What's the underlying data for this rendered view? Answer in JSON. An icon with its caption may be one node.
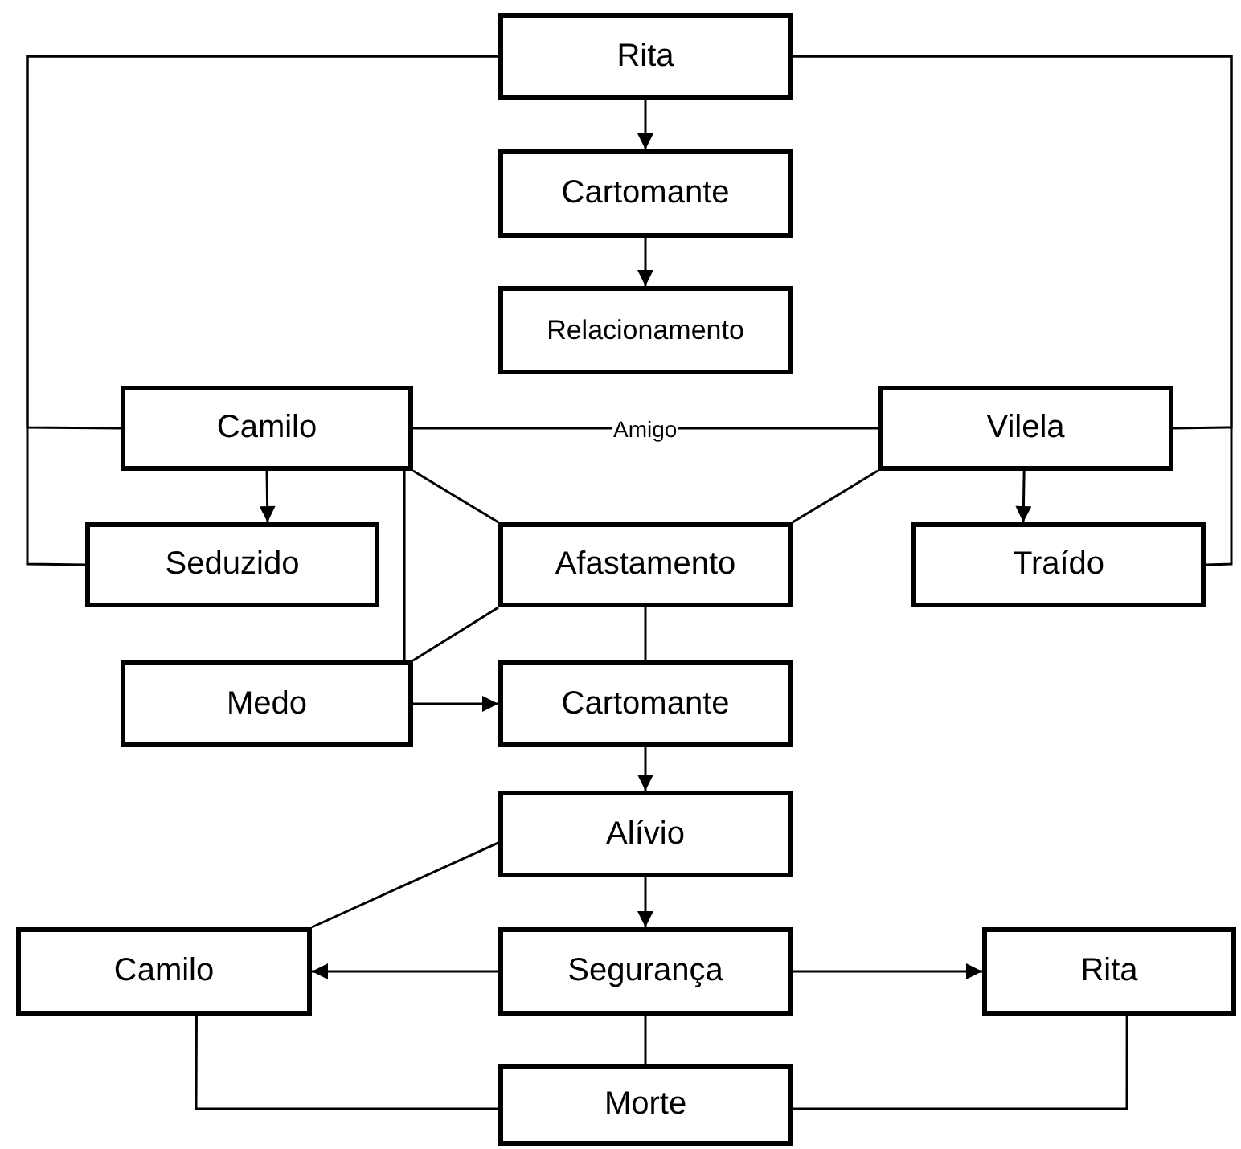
{
  "diagram": {
    "nodes": [
      {
        "text": [
          "Rita"
        ]
      },
      {
        "text": [
          "Cartomante"
        ]
      },
      {
        "text": [
          "Relacionamento"
        ]
      },
      {
        "text": [
          "Camilo"
        ]
      },
      {
        "text": [
          "Vilela"
        ]
      },
      {
        "text": [
          "Seduzido"
        ]
      },
      {
        "text": [
          "Afastamento"
        ]
      },
      {
        "text": [
          "Traído"
        ]
      },
      {
        "text": [
          "Medo"
        ]
      },
      {
        "text": [
          "Cartomante"
        ]
      },
      {
        "text": [
          "Alívio"
        ]
      },
      {
        "text": [
          "Camilo"
        ]
      },
      {
        "text": [
          "Segurança"
        ]
      },
      {
        "text": [
          "Rita"
        ]
      },
      {
        "text": [
          "Morte"
        ]
      }
    ],
    "edges": [
      {
        "from": 0,
        "to": 1,
        "arrow": "to"
      },
      {
        "from": 1,
        "to": 2,
        "arrow": "to"
      },
      {
        "from": 0,
        "to": 3,
        "arrow": "none"
      },
      {
        "from": 0,
        "to": 5,
        "arrow": "none"
      },
      {
        "from": 0,
        "to": 4,
        "arrow": "none"
      },
      {
        "from": 0,
        "to": 7,
        "arrow": "none"
      },
      {
        "from": 3,
        "to": 4,
        "arrow": "none",
        "label": "Amigo"
      },
      {
        "from": 3,
        "to": 5,
        "arrow": "to"
      },
      {
        "from": 4,
        "to": 7,
        "arrow": "to"
      },
      {
        "from": 3,
        "to": 6,
        "arrow": "none"
      },
      {
        "from": 4,
        "to": 6,
        "arrow": "none"
      },
      {
        "from": 6,
        "to": 8,
        "arrow": "none"
      },
      {
        "from": 3,
        "to": 8,
        "arrow": "none"
      },
      {
        "from": 8,
        "to": 9,
        "arrow": "to"
      },
      {
        "from": 6,
        "to": 9,
        "arrow": "none"
      },
      {
        "from": 9,
        "to": 10,
        "arrow": "to"
      },
      {
        "from": 10,
        "to": 12,
        "arrow": "to"
      },
      {
        "from": 10,
        "to": 11,
        "arrow": "none"
      },
      {
        "from": 12,
        "to": 11,
        "arrow": "to"
      },
      {
        "from": 12,
        "to": 13,
        "arrow": "to"
      },
      {
        "from": 12,
        "to": 14,
        "arrow": "none"
      },
      {
        "from": 11,
        "to": 14,
        "arrow": "none"
      },
      {
        "from": 13,
        "to": 14,
        "arrow": "none"
      }
    ]
  }
}
